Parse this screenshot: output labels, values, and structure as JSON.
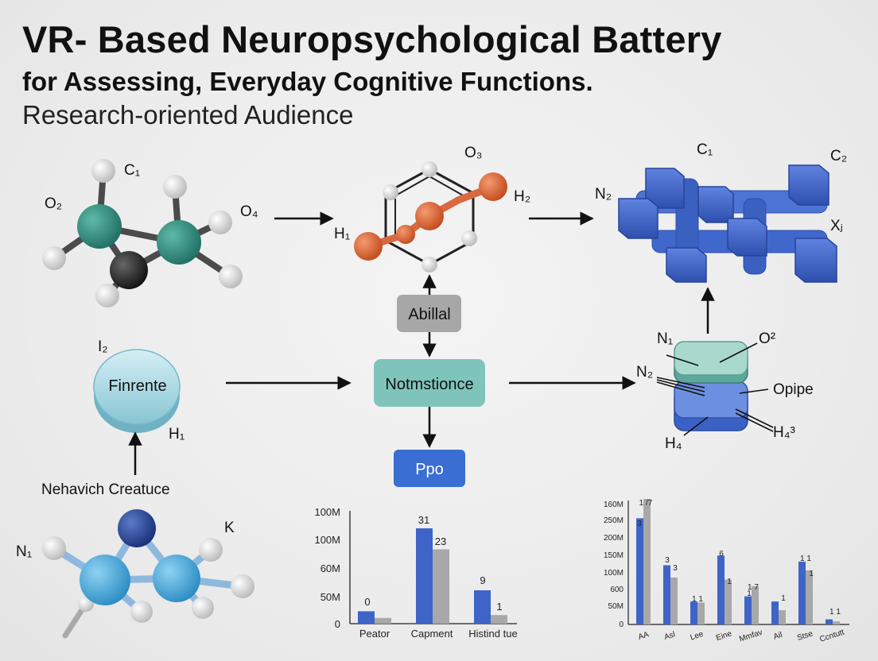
{
  "header": {
    "title": "VR- Based Neuropsychological Battery",
    "subtitle": "for Assessing, Everyday Cognitive Functions.",
    "audience": "Research-oriented Audience"
  },
  "molecule_top_left": {
    "labels": [
      "C₁",
      "O₂",
      "O₄"
    ]
  },
  "molecule_top_center": {
    "labels": [
      "O₃",
      "H₂",
      "H₁"
    ]
  },
  "crystal_top_right": {
    "labels": [
      "C₁",
      "C₂",
      "N₂",
      "Xⱼ"
    ]
  },
  "nodes": {
    "abillal": "Abillal",
    "notmstionce": "Notmstionce",
    "ppo": "Ppo",
    "finrente": "Finrente"
  },
  "pill_labels": {
    "i2": "I₂",
    "h1": "H₁"
  },
  "molecule_bottom_left": {
    "caption": "Nehavich Creatuce",
    "labels": [
      "K",
      "N₁"
    ]
  },
  "stack_right": {
    "labels": [
      "N₁",
      "O²",
      "N₂",
      "Opipe",
      "H₄",
      "H₄³"
    ]
  },
  "colors": {
    "bar_blue": "#3f64c8",
    "bar_gray": "#a8a8a8",
    "teal_node": "#7fc4bb",
    "gray_node": "#a7a7a7",
    "blue_node": "#3b6ed2",
    "crystal_blue": "#4468c9",
    "orange_atom": "#e0673a"
  },
  "chart_data": [
    {
      "type": "bar",
      "categories": [
        "Peator",
        "Capment",
        "Histind tue"
      ],
      "y_tick_labels": [
        "0",
        "50M",
        "60M",
        "100M",
        "100M"
      ],
      "series": [
        {
          "values": [
            13,
            100,
            35
          ]
        },
        {
          "values": [
            6,
            78,
            9
          ]
        }
      ],
      "data_labels": [
        "0",
        "31",
        "23",
        "9",
        "1"
      ],
      "ylim": [
        0,
        120
      ]
    },
    {
      "type": "bar",
      "categories": [
        "AA",
        "Asl",
        "Lee",
        "Eine",
        "Mmfav",
        "Ail",
        "Stse",
        "Ccntutt"
      ],
      "y_tick_labels": [
        "0",
        "50M",
        "600",
        "100M",
        "150M",
        "200M",
        "250M",
        "160M"
      ],
      "series": [
        {
          "values": [
            208,
            116,
            45,
            135,
            55,
            45,
            123,
            10
          ]
        },
        {
          "values": [
            246,
            92,
            43,
            88,
            75,
            28,
            106,
            6
          ]
        }
      ],
      "data_labels": [
        "1 /7",
        "3",
        "3",
        "3",
        "1 1",
        "6",
        "1",
        "1 7",
        "1",
        "1",
        "1 1",
        "1",
        "1 1"
      ],
      "ylim": [
        0,
        260
      ]
    }
  ]
}
